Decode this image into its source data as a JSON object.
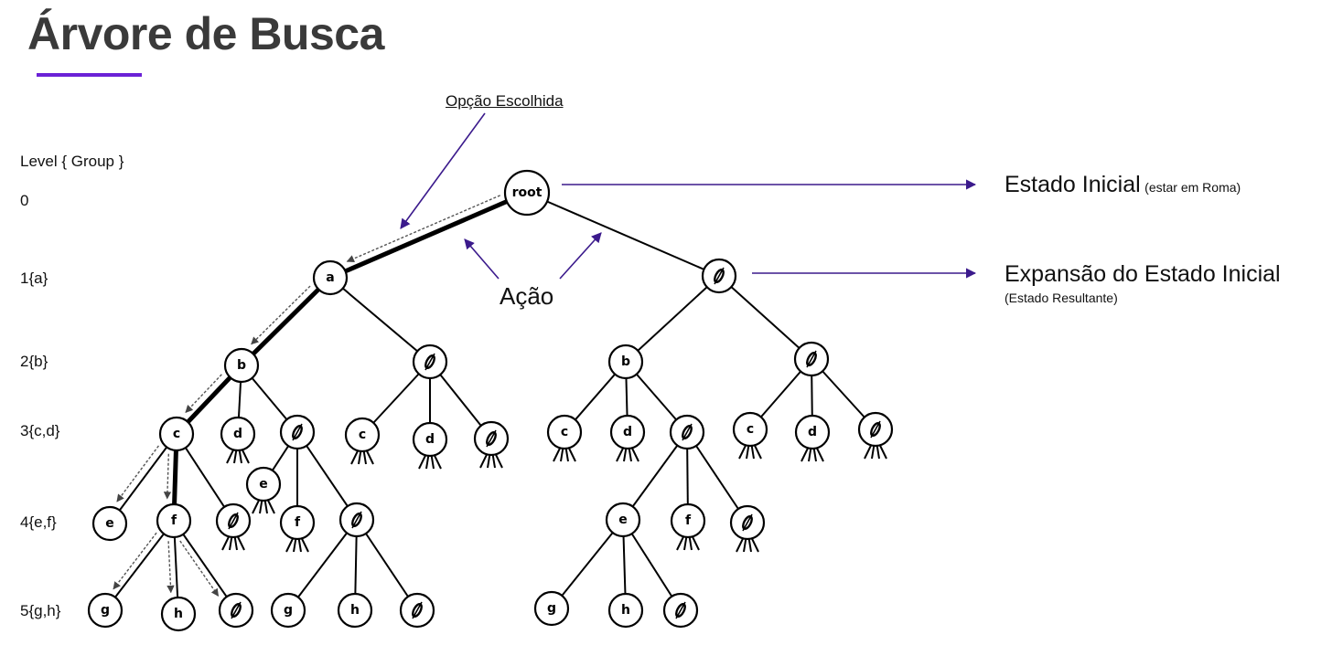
{
  "title": "Árvore de Busca",
  "level_header": "Level { Group }",
  "levels": [
    "0",
    "1{a}",
    "2{b}",
    "3{c,d}",
    "4{e,f}",
    "5{g,h}"
  ],
  "annotations": {
    "chosen_option": "Opção Escolhida",
    "action": "Ação",
    "initial_state": "Estado Inicial",
    "initial_state_note": "(estar em Roma)",
    "expansion": "Expansão do Estado Inicial",
    "expansion_note": "(Estado Resultante)"
  },
  "tree": {
    "root_label": "root",
    "empty_symbol": "∅",
    "nodes": [
      {
        "id": "root",
        "label": "root"
      },
      {
        "id": "a",
        "label": "a"
      },
      {
        "id": "n0",
        "label": "∅"
      },
      {
        "id": "b1",
        "label": "b"
      },
      {
        "id": "n1",
        "label": "∅"
      },
      {
        "id": "b2",
        "label": "b"
      },
      {
        "id": "n2",
        "label": "∅"
      },
      {
        "id": "c1",
        "label": "c"
      },
      {
        "id": "d1",
        "label": "d"
      },
      {
        "id": "n3",
        "label": "∅"
      },
      {
        "id": "c2",
        "label": "c"
      },
      {
        "id": "d2",
        "label": "d"
      },
      {
        "id": "n4",
        "label": "∅"
      },
      {
        "id": "c3",
        "label": "c"
      },
      {
        "id": "d3",
        "label": "d"
      },
      {
        "id": "n5",
        "label": "∅"
      },
      {
        "id": "c4",
        "label": "c"
      },
      {
        "id": "d4",
        "label": "d"
      },
      {
        "id": "n6",
        "label": "∅"
      },
      {
        "id": "e1",
        "label": "e"
      },
      {
        "id": "f1",
        "label": "f"
      },
      {
        "id": "n7",
        "label": "∅"
      },
      {
        "id": "e2",
        "label": "e"
      },
      {
        "id": "f2",
        "label": "f"
      },
      {
        "id": "n8",
        "label": "∅"
      },
      {
        "id": "e3",
        "label": "e"
      },
      {
        "id": "f3",
        "label": "f"
      },
      {
        "id": "n9",
        "label": "∅"
      },
      {
        "id": "g1",
        "label": "g"
      },
      {
        "id": "h1",
        "label": "h"
      },
      {
        "id": "n10",
        "label": "∅"
      },
      {
        "id": "g2",
        "label": "g"
      },
      {
        "id": "h2",
        "label": "h"
      },
      {
        "id": "n11",
        "label": "∅"
      },
      {
        "id": "g3",
        "label": "g"
      },
      {
        "id": "h3",
        "label": "h"
      },
      {
        "id": "n12",
        "label": "∅"
      }
    ],
    "edges": [
      [
        "root",
        "a"
      ],
      [
        "root",
        "n0"
      ],
      [
        "a",
        "b1"
      ],
      [
        "a",
        "n1"
      ],
      [
        "n0",
        "b2"
      ],
      [
        "n0",
        "n2"
      ],
      [
        "b1",
        "c1"
      ],
      [
        "b1",
        "d1"
      ],
      [
        "b1",
        "n3"
      ],
      [
        "n1",
        "c2"
      ],
      [
        "n1",
        "d2"
      ],
      [
        "n1",
        "n4"
      ],
      [
        "b2",
        "c3"
      ],
      [
        "b2",
        "d3"
      ],
      [
        "b2",
        "n5"
      ],
      [
        "n2",
        "c4"
      ],
      [
        "n2",
        "d4"
      ],
      [
        "n2",
        "n6"
      ],
      [
        "c1",
        "e1"
      ],
      [
        "c1",
        "f1"
      ],
      [
        "c1",
        "n7"
      ],
      [
        "n3",
        "e2"
      ],
      [
        "n3",
        "f2"
      ],
      [
        "n3",
        "n8"
      ],
      [
        "n5",
        "e3"
      ],
      [
        "n5",
        "f3"
      ],
      [
        "n5",
        "n9"
      ],
      [
        "f1",
        "g1"
      ],
      [
        "f1",
        "h1"
      ],
      [
        "f1",
        "n10"
      ],
      [
        "n8",
        "g2"
      ],
      [
        "n8",
        "h2"
      ],
      [
        "n8",
        "n11"
      ],
      [
        "e3",
        "g3"
      ],
      [
        "e3",
        "h3"
      ],
      [
        "e3",
        "n12"
      ]
    ],
    "chosen_path": [
      "root",
      "a",
      "b1",
      "c1",
      "f1"
    ],
    "stub_nodes": [
      "d1",
      "c2",
      "d2",
      "n4",
      "c3",
      "d3",
      "c4",
      "d4",
      "n6",
      "n7",
      "e2",
      "f2",
      "f3",
      "n9"
    ]
  }
}
